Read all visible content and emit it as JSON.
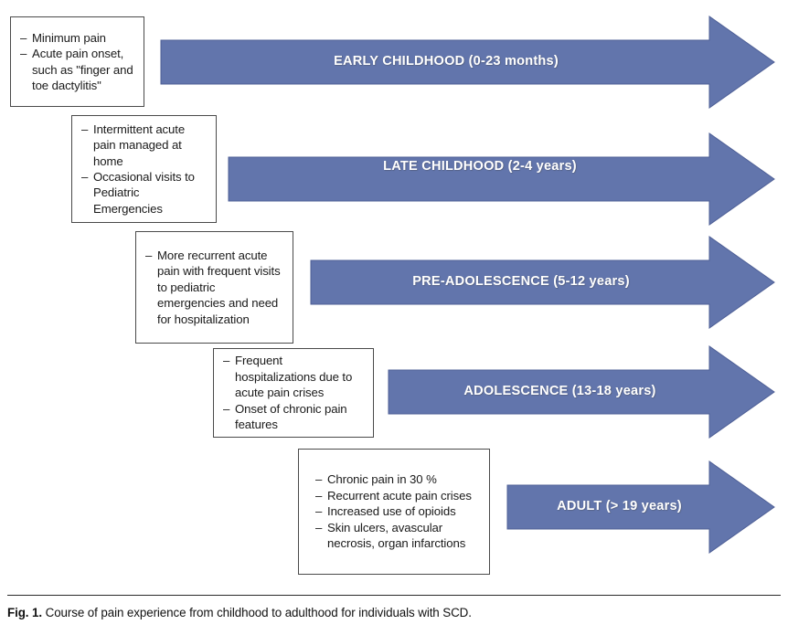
{
  "figure": {
    "caption_label": "Fig. 1.",
    "caption_text": "Course of pain experience from childhood to adulthood for individuals with SCD."
  },
  "colors": {
    "arrow_fill": "#6275AC",
    "arrow_stroke": "#3E4F86",
    "box_border": "#4A4A4A",
    "text": "#1A1A1A",
    "arrow_label_text": "#FFFFFF"
  },
  "stages": [
    {
      "id": "early-childhood",
      "arrow_label": "EARLY CHILDHOOD (0-23 months)",
      "bullets": [
        "Minimum pain",
        "Acute pain onset, such as \"finger and toe dactylitis\""
      ]
    },
    {
      "id": "late-childhood",
      "arrow_label": "LATE CHILDHOOD (2-4 years)",
      "bullets": [
        "Intermittent acute pain managed at home",
        "Occasional visits to Pediatric Emergencies"
      ]
    },
    {
      "id": "pre-adolescence",
      "arrow_label": "PRE-ADOLESCENCE (5-12 years)",
      "bullets": [
        "More recurrent acute pain with frequent visits to pediatric emergencies and need for hospitalization"
      ]
    },
    {
      "id": "adolescence",
      "arrow_label": "ADOLESCENCE (13-18 years)",
      "bullets": [
        "Frequent hospitalizations due to acute pain crises",
        "Onset of chronic pain features"
      ]
    },
    {
      "id": "adult",
      "arrow_label": "ADULT (> 19 years)",
      "bullets": [
        "Chronic pain in 30 %",
        "Recurrent acute pain crises",
        "Increased use of opioids",
        "Skin ulcers, avascular necrosis, organ infarctions"
      ]
    }
  ],
  "chart_data": {
    "type": "diagram",
    "diagram_kind": "horizontal-arrow-timeline",
    "title": "Course of pain experience from childhood to adulthood for individuals with SCD.",
    "rows": 5,
    "categories": [
      "EARLY CHILDHOOD (0-23 months)",
      "LATE CHILDHOOD (2-4 years)",
      "PRE-ADOLESCENCE (5-12 years)",
      "ADOLESCENCE (13-18 years)",
      "ADULT (> 19 years)"
    ],
    "age_ranges_years": [
      [
        0,
        1.92
      ],
      [
        2,
        4
      ],
      [
        5,
        12
      ],
      [
        13,
        18
      ],
      [
        19,
        null
      ]
    ]
  }
}
